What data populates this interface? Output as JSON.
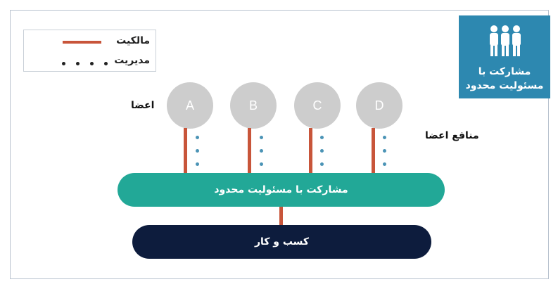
{
  "legend": {
    "ownership_label": "مالکیت",
    "management_label": "مدیریت"
  },
  "badge": {
    "icon": "people-group-icon",
    "line1": "مشارکت با",
    "line2": "مسئولیت محدود",
    "color": "#2d88b0"
  },
  "members_label": "اعضا",
  "benefits_label": "منافع اعضا",
  "members": [
    "A",
    "B",
    "C",
    "D"
  ],
  "llc_label": "مشارکت با مسئولیت محدود",
  "business_label": "کسب و کار",
  "colors": {
    "ownership_line": "#c8553a",
    "management_dots": "#4b94b6",
    "member_circle": "#cdcdcd",
    "llc_bar": "#22a897",
    "business_bar": "#0d1c3d"
  }
}
